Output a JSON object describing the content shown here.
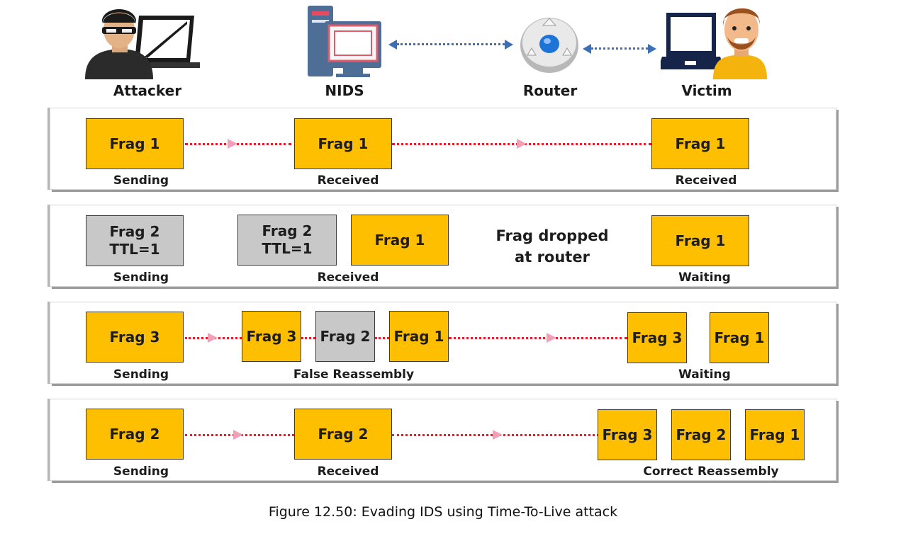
{
  "actors": {
    "attacker": "Attacker",
    "nids": "NIDS",
    "router": "Router",
    "victim": "Victim"
  },
  "rows": [
    {
      "frags": [
        "Frag 1",
        "Frag 1",
        "Frag 1"
      ],
      "captions": [
        "Sending",
        "Received",
        "Received"
      ]
    },
    {
      "frags": [
        "Frag 2\nTTL=1",
        "Frag 2\nTTL=1",
        "Frag 1",
        "Frag 1"
      ],
      "note": "Frag dropped\nat router",
      "captions": [
        "Sending",
        "Received",
        "Waiting"
      ]
    },
    {
      "frags": [
        "Frag 3",
        "Frag 3",
        "Frag 2",
        "Frag 1",
        "Frag 3",
        "Frag 1"
      ],
      "captions": [
        "Sending",
        "False Reassembly",
        "Waiting"
      ]
    },
    {
      "frags": [
        "Frag 2",
        "Frag 2",
        "Frag 3",
        "Frag 2",
        "Frag 1"
      ],
      "captions": [
        "Sending",
        "Received",
        "Correct Reassembly"
      ]
    }
  ],
  "caption": "Figure 12.50: Evading IDS using Time-To-Live attack",
  "colors": {
    "fragment": "#fdbf00",
    "dropped_fragment": "#c8c8c8",
    "flow_line": "#e0202c",
    "link_line": "#3d6fb5"
  }
}
